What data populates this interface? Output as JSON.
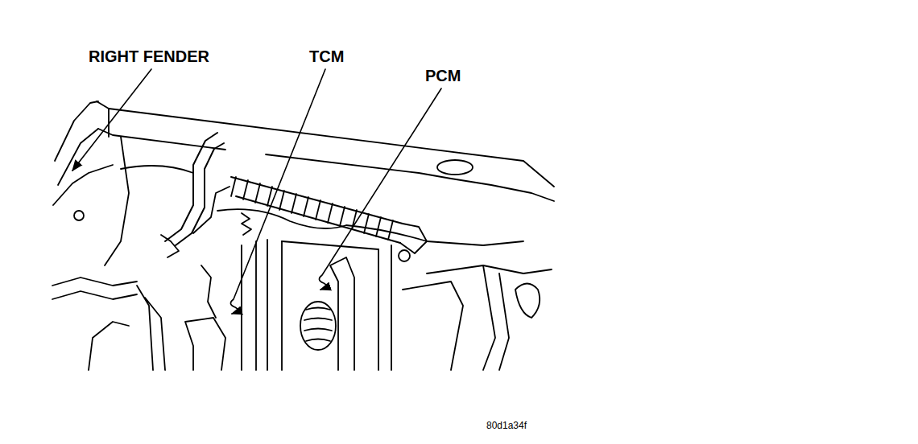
{
  "diagram": {
    "labels": [
      "RIGHT FENDER",
      "TCM",
      "PCM",
      "80d1a34f"
    ]
  }
}
